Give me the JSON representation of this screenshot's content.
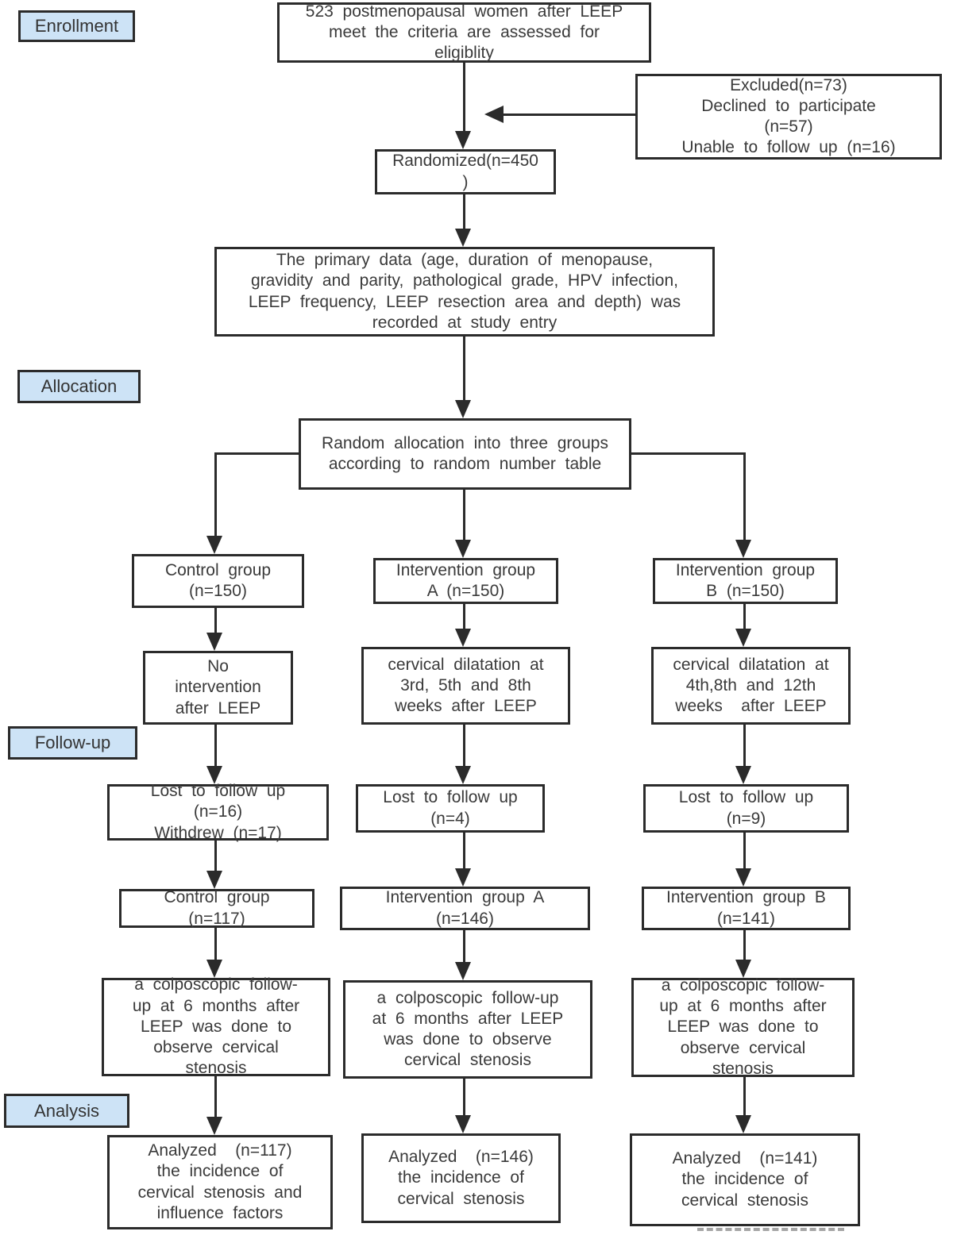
{
  "diagram": {
    "stages": {
      "enrollment": "Enrollment",
      "allocation": "Allocation",
      "followup": "Follow-up",
      "analysis": "Analysis"
    },
    "boxes": {
      "eligibility": "523 postmenopausal women after LEEP\nmeet the criteria are assessed for\neligiblity",
      "excluded": "Excluded(n=73)\nDeclined to participate\n(n=57)\nUnable to follow up (n=16)",
      "randomized": "Randomized(n=450\n)",
      "primary_data": "The primary data (age, duration of menopause,\ngravidity and parity, pathological grade, HPV infection,\nLEEP frequency, LEEP resection area and depth) was\nrecorded at study entry",
      "random_allocation": "Random allocation into three groups\naccording to random number table",
      "control_group": "Control group\n(n=150)",
      "intervention_a": "Intervention group\nA (n=150)",
      "intervention_b": "Intervention group\nB (n=150)",
      "no_intervention": "No\nintervention\nafter LEEP",
      "dilatation_a": "cervical dilatation at\n3rd, 5th and 8th\nweeks after LEEP",
      "dilatation_b": "cervical dilatation at\n4th,8th and 12th\nweeks  after LEEP",
      "lost_control": "Lost to follow up\n(n=16)\nWithdrew (n=17)",
      "lost_a": "Lost to follow up\n(n=4)",
      "lost_b": "Lost to follow up\n(n=9)",
      "result_control": "Control group\n(n=117)",
      "result_a": "Intervention group A\n(n=146)",
      "result_b": "Intervention group B\n(n=141)",
      "colpo_control": "a colposcopic follow-\nup at 6 months after\nLEEP was done to\nobserve cervical\nstenosis",
      "colpo_a": "a colposcopic follow-up\nat 6 months after LEEP\nwas done to observe\ncervical stenosis",
      "colpo_b": "a colposcopic follow-\nup at 6 months after\nLEEP was done to\nobserve cervical\nstenosis",
      "analyzed_control": "Analyzed  (n=117)\nthe incidence of\ncervical stenosis and\ninfluence factors",
      "analyzed_a": "Analyzed  (n=146)\nthe incidence of\ncervical stenosis",
      "analyzed_b": "Analyzed  (n=141)\nthe incidence of\ncervical stenosis"
    }
  },
  "colors": {
    "stage_label_bg": "#cde3f6",
    "box_border": "#2b2b2b",
    "connector_line": "#2b2b2b",
    "text": "#3a3a3a",
    "background": "#ffffff"
  }
}
